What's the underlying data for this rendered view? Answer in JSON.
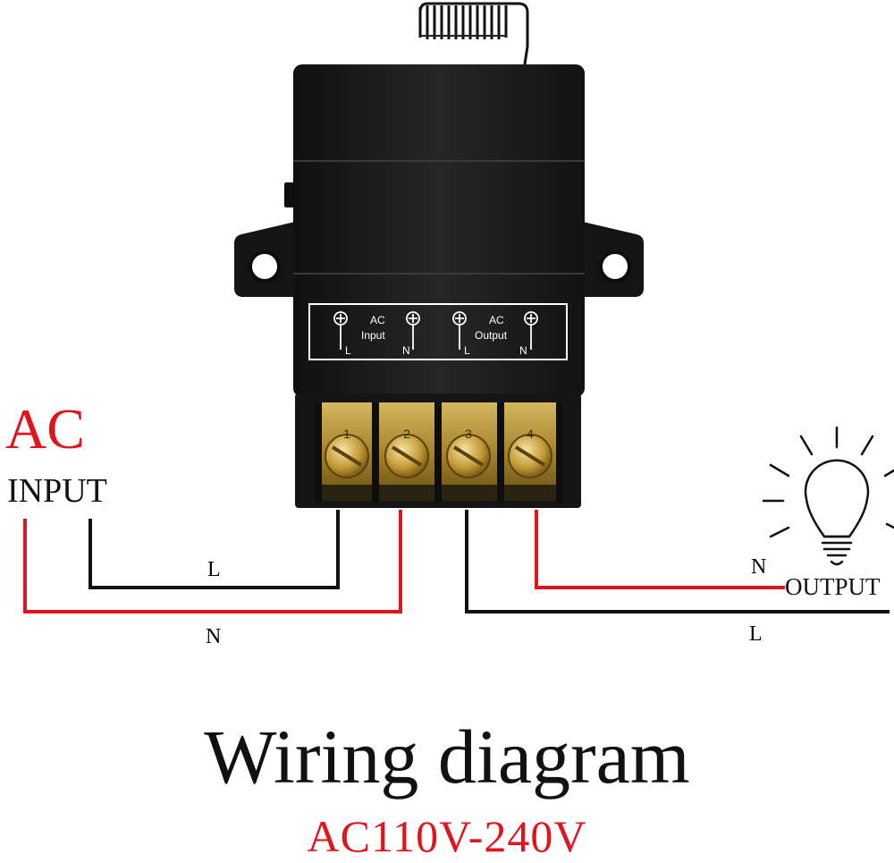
{
  "colors": {
    "accent_red": "#e0141c",
    "wire_black": "#111111",
    "housing": "#1b1b1b",
    "brass": "#c9a23c"
  },
  "labels": {
    "ac": "AC",
    "input": "INPUT",
    "output": "OUTPUT",
    "wire_l_in": "L",
    "wire_n_in": "N",
    "wire_n_out": "N",
    "wire_l_out": "L"
  },
  "panel": {
    "input_ac": "AC",
    "input": "Input",
    "output_ac": "AC",
    "output": "Output",
    "l1": "L",
    "n1": "N",
    "l2": "L",
    "n2": "N"
  },
  "terminal_numbers": [
    "1",
    "2",
    "3",
    "4"
  ],
  "title": "Wiring diagram",
  "voltage": "AC110V-240V",
  "icons": [
    "antenna-icon",
    "relay-module-icon",
    "light-bulb-icon"
  ]
}
